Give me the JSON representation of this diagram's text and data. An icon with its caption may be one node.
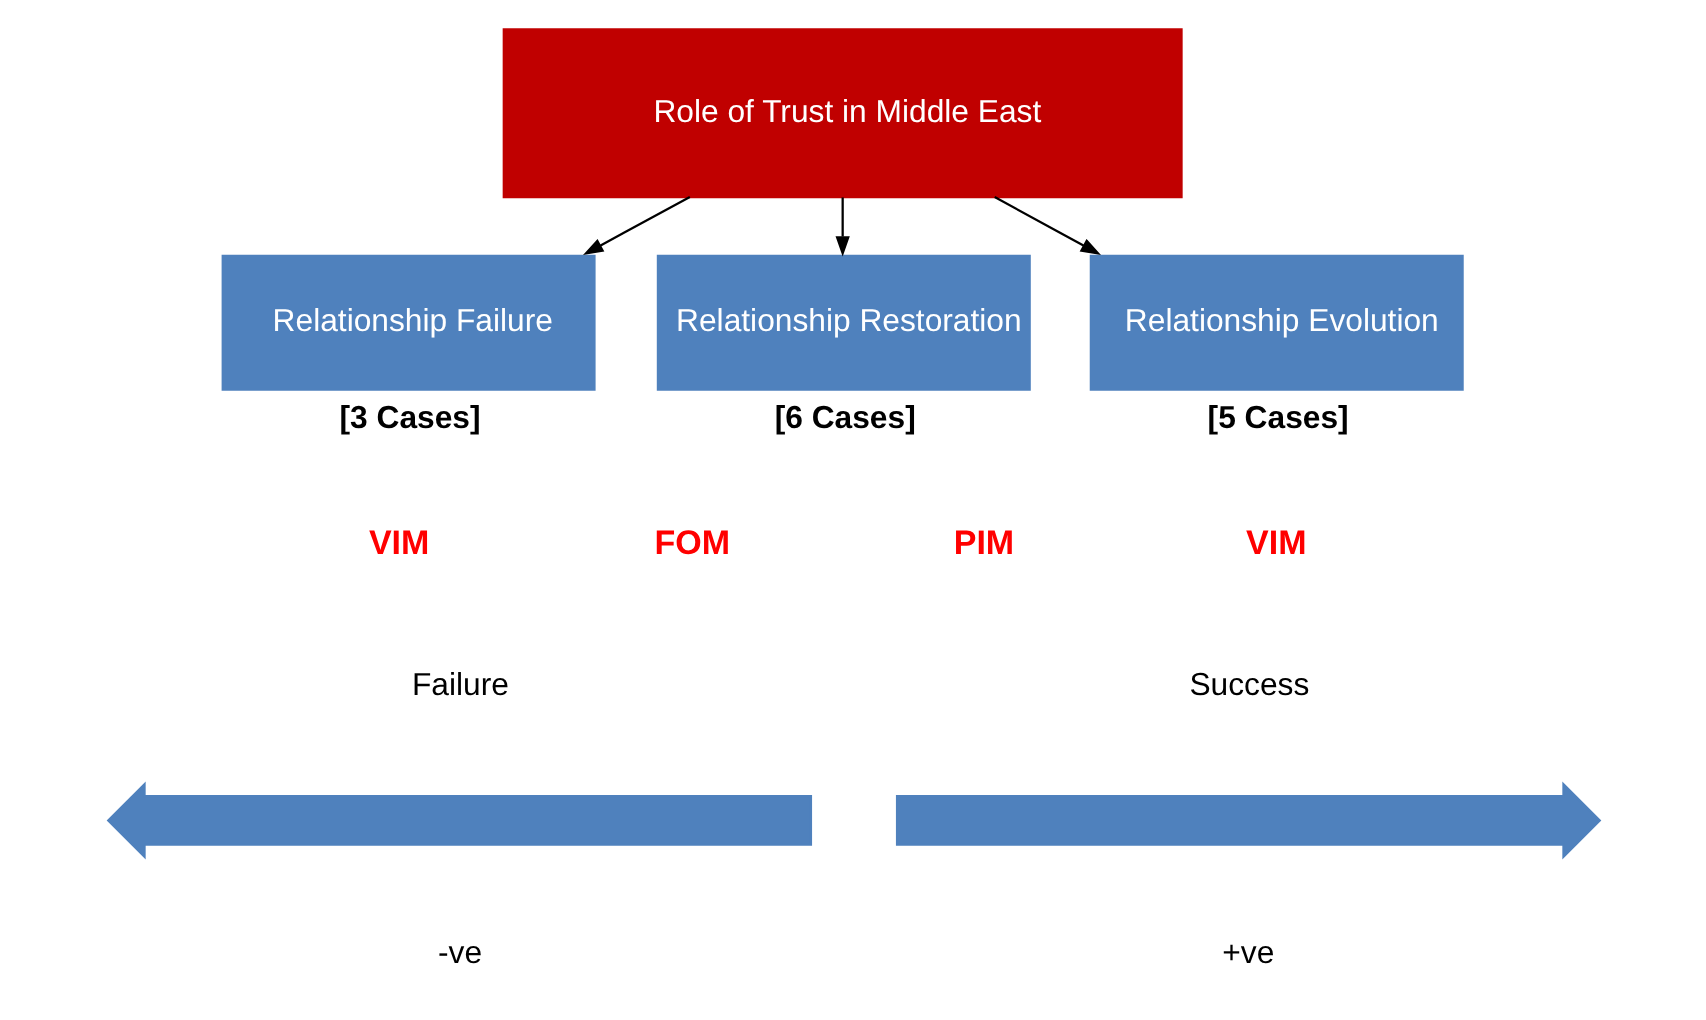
{
  "diagram": {
    "nodes": [
      {
        "text": [
          "Role of Trust in Middle East"
        ]
      },
      {
        "text": [
          "Relationship Failure"
        ],
        "beside": [
          "[3 Cases]"
        ]
      },
      {
        "text": [
          "Relationship Restoration"
        ],
        "beside": [
          "[6 Cases]"
        ]
      },
      {
        "text": [
          "Relationship Evolution"
        ],
        "beside": [
          "[5 Cases]"
        ]
      },
      {
        "text": [],
        "shape": "arrow",
        "beside": [
          "Failure",
          "-ve"
        ]
      },
      {
        "text": [],
        "shape": "arrow",
        "beside": [
          "Success",
          "+ve"
        ]
      }
    ],
    "edges": [
      {
        "from": 0,
        "to": 1,
        "arrow": "to"
      },
      {
        "from": 0,
        "to": 2,
        "arrow": "to"
      },
      {
        "from": 0,
        "to": 3,
        "arrow": "to"
      }
    ],
    "labels": [
      "VIM",
      "FOM",
      "PIM",
      "VIM"
    ]
  }
}
